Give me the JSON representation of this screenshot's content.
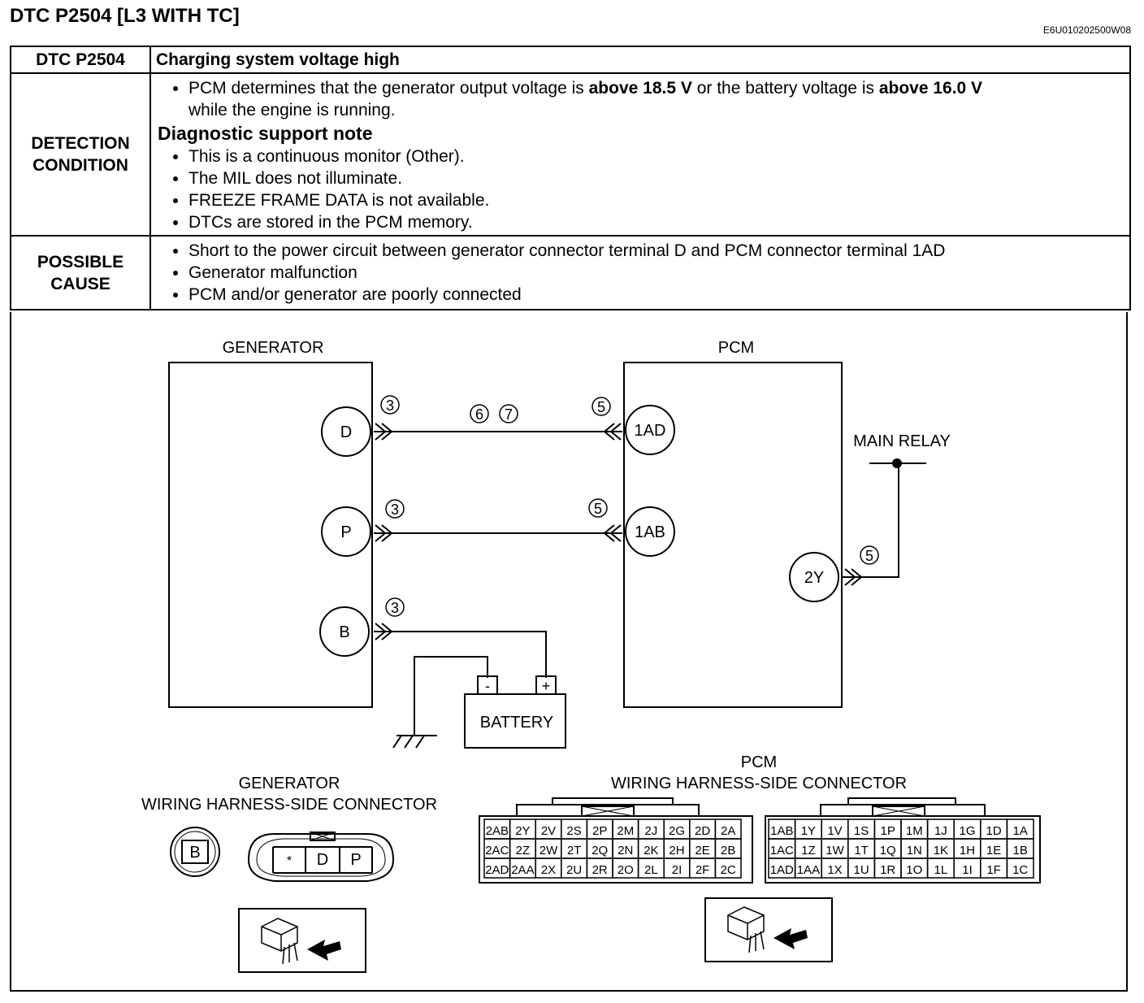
{
  "header": {
    "title": "DTC P2504 [L3 WITH TC]",
    "doc_id": "E6U010202500W08"
  },
  "table": {
    "dtc_label": "DTC P2504",
    "dtc_description": "Charging system voltage high",
    "detection": {
      "label_line1": "DETECTION",
      "label_line2": "CONDITION",
      "main_pre": "PCM determines that the generator output voltage is ",
      "main_bold1": "above 18.5 V",
      "main_mid": " or the battery voltage is ",
      "main_bold2": "above 16.0 V",
      "main_post": "while the engine is running.",
      "support_heading": "Diagnostic support note",
      "notes": [
        "This is a continuous monitor (Other).",
        "The MIL does not illuminate.",
        "FREEZE FRAME DATA is not available.",
        "DTCs are stored in the PCM memory."
      ]
    },
    "possible_cause": {
      "label_line1": "POSSIBLE",
      "label_line2": "CAUSE",
      "items": [
        "Short to the power circuit between generator connector terminal D and PCM connector terminal 1AD",
        "Generator malfunction",
        "PCM and/or generator are poorly connected"
      ]
    }
  },
  "diagram": {
    "generator_label": "GENERATOR",
    "pcm_label": "PCM",
    "main_relay_label": "MAIN RELAY",
    "battery_label": "BATTERY",
    "battery_neg": "-",
    "battery_pos": "+",
    "gen_terminals": [
      "D",
      "P",
      "B"
    ],
    "pcm_terminals": [
      "1AD",
      "1AB",
      "2Y"
    ],
    "circled": {
      "gen_d": "3",
      "gen_p": "3",
      "gen_b": "3",
      "wire_a": "6",
      "wire_b": "7",
      "pcm_1ad": "5",
      "pcm_1ab": "5",
      "pcm_2y": "5"
    },
    "gen_connector_title1": "GENERATOR",
    "gen_connector_title2": "WIRING HARNESS-SIDE CONNECTOR",
    "gen_conn_b": "B",
    "gen_conn_pins": [
      "*",
      "D",
      "P"
    ],
    "pcm_connector_title1": "PCM",
    "pcm_connector_title2": "WIRING HARNESS-SIDE CONNECTOR",
    "pcm_left_rows": [
      [
        "2AB",
        "2Y",
        "2V",
        "2S",
        "2P",
        "2M",
        "2J",
        "2G",
        "2D",
        "2A"
      ],
      [
        "2AC",
        "2Z",
        "2W",
        "2T",
        "2Q",
        "2N",
        "2K",
        "2H",
        "2E",
        "2B"
      ],
      [
        "2AD",
        "2AA",
        "2X",
        "2U",
        "2R",
        "2O",
        "2L",
        "2I",
        "2F",
        "2C"
      ]
    ],
    "pcm_right_rows": [
      [
        "1AB",
        "1Y",
        "1V",
        "1S",
        "1P",
        "1M",
        "1J",
        "1G",
        "1D",
        "1A"
      ],
      [
        "1AC",
        "1Z",
        "1W",
        "1T",
        "1Q",
        "1N",
        "1K",
        "1H",
        "1E",
        "1B"
      ],
      [
        "1AD",
        "1AA",
        "1X",
        "1U",
        "1R",
        "1O",
        "1L",
        "1I",
        "1F",
        "1C"
      ]
    ]
  }
}
